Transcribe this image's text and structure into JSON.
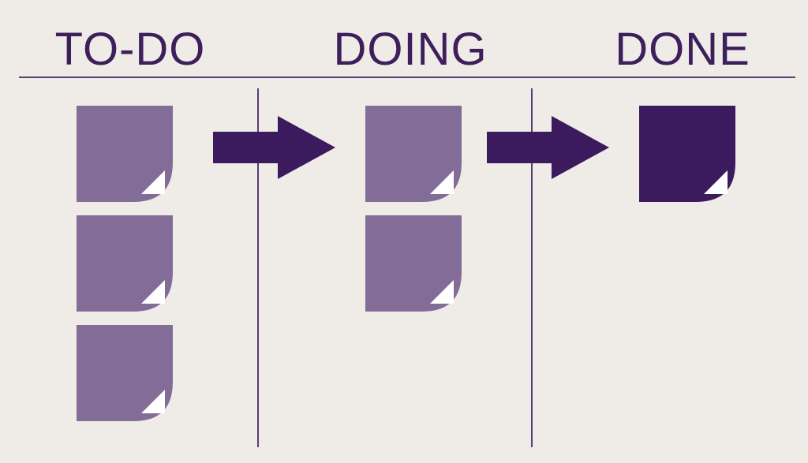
{
  "board": {
    "columns": [
      {
        "title": "TO-DO",
        "card_count": 3
      },
      {
        "title": "DOING",
        "card_count": 2
      },
      {
        "title": "DONE",
        "card_count": 1
      }
    ]
  },
  "colors": {
    "background": "#efece7",
    "text": "#3d1f5c",
    "lines": "#5a3d78",
    "pending_card": "#836d98",
    "done_card": "#3b1a5e",
    "arrow": "#3b1a5e"
  },
  "icons": {
    "card": "sticky-note-icon",
    "flow": "right-arrow-icon"
  }
}
